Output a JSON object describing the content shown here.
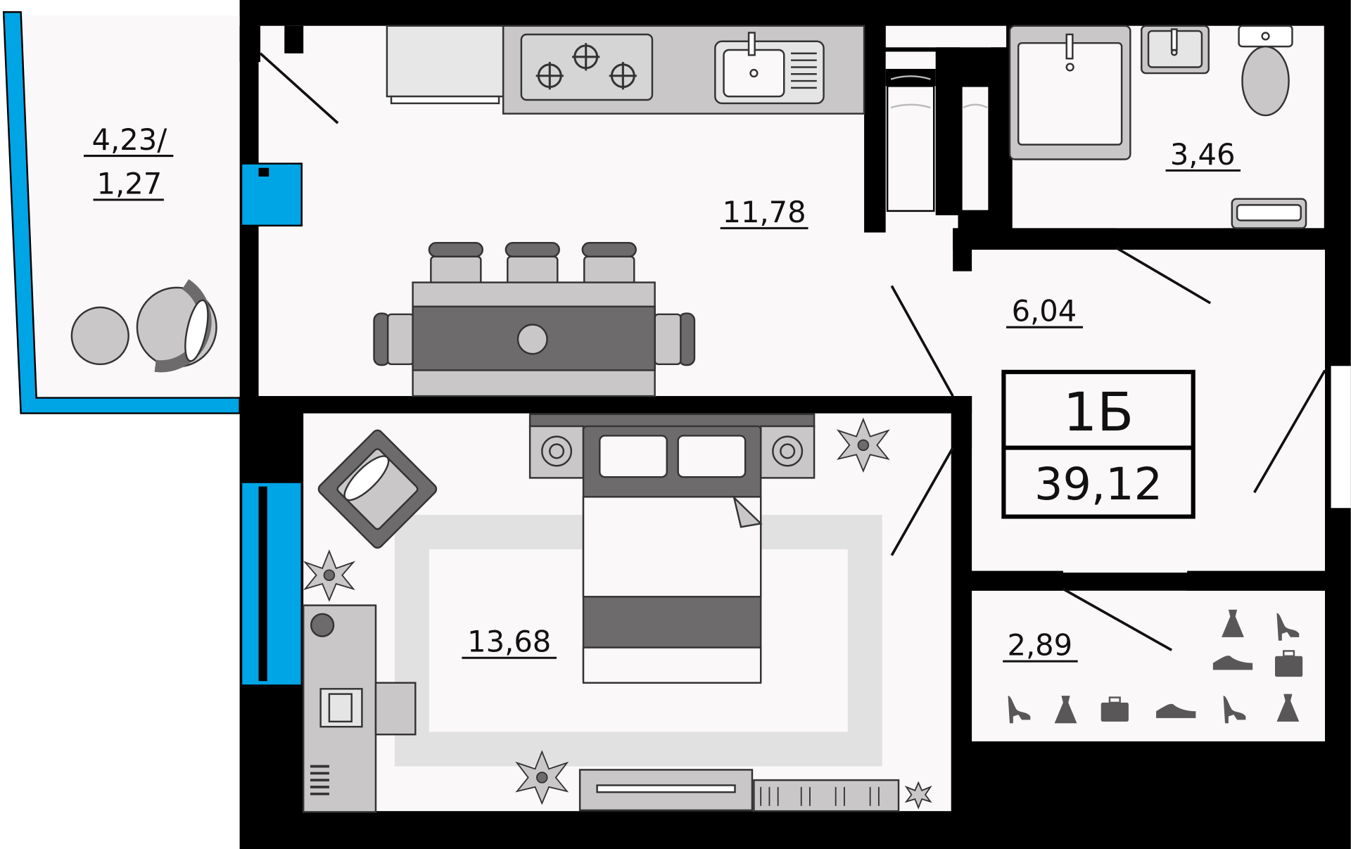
{
  "apartment": {
    "type_code": "1Б",
    "total_area": "39,12"
  },
  "rooms": {
    "balcony": {
      "area_line1": "4,23/",
      "area_line2": "1,27"
    },
    "kitchen_living": {
      "area": "11,78"
    },
    "bathroom": {
      "area": "3,46"
    },
    "hallway": {
      "area": "6,04"
    },
    "bedroom": {
      "area": "13,68"
    },
    "wardrobe": {
      "area": "2,89"
    }
  },
  "colors": {
    "wall": "#000000",
    "floor": "#fbf8f9",
    "window": "#00a5e6",
    "furniture_light": "#c9c7c8",
    "furniture_dark": "#6e6b6c",
    "rug": "#e2e1e1"
  },
  "icons": [
    "dress-icon",
    "high-heel-icon",
    "sneaker-icon",
    "briefcase-icon",
    "plant-icon"
  ]
}
